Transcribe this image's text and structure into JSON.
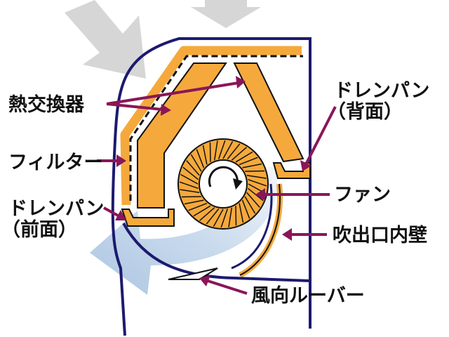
{
  "labels": {
    "heat_exchanger": "熱交換器",
    "filter": "フィルター",
    "drain_pan_front_l1": "ドレンパン",
    "drain_pan_front_l2": "（前面）",
    "drain_pan_back_l1": "ドレンパン",
    "drain_pan_back_l2": "（背面）",
    "fan": "ファン",
    "outlet_wall": "吹出口内壁",
    "louver": "風向ルーバー"
  },
  "colors": {
    "casing": "#1c1a6e",
    "component_fill": "#f5a93c",
    "leader": "#8a1659",
    "airflow_in": "#d6d6d6",
    "airflow_out": "#b5cde6"
  }
}
